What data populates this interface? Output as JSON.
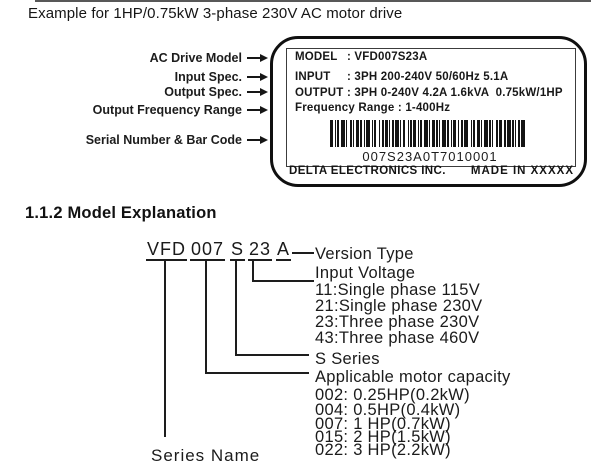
{
  "page": {
    "intro": "Example for 1HP/0.75kW 3-phase 230V AC motor drive",
    "section_heading": "1.1.2 Model Explanation"
  },
  "colors": {
    "ink": "#1a1a1a",
    "paper": "#ffffff"
  },
  "icons": {
    "callout_arrow": "arrow-right-icon"
  },
  "nameplate": {
    "callouts": [
      {
        "label": "AC Drive Model"
      },
      {
        "label": "Input Spec."
      },
      {
        "label": "Output Spec."
      },
      {
        "label": "Output Frequency Range"
      },
      {
        "label": "Serial Number & Bar Code"
      }
    ],
    "rows": [
      {
        "label": "MODEL",
        "value": ": VFD007S23A"
      },
      {
        "label": "INPUT",
        "value": ": 3PH 200-240V 50/60Hz 5.1A"
      },
      {
        "label": "OUTPUT",
        "value": ": 3PH 0-240V 4.2A 1.6kVA  0.75kW/1HP"
      }
    ],
    "frequency_row": "Frequency Range : 1-400Hz",
    "serial_number": "007S23A0T7010001",
    "manufacturer": "DELTA ELECTRONICS INC.",
    "made_in": "MADE IN XXXXX",
    "barcode_pattern": [
      3,
      2,
      1,
      1,
      2,
      2,
      4,
      1,
      1,
      3,
      2,
      1,
      1,
      2,
      3,
      1,
      2,
      2,
      1,
      1,
      4,
      2,
      1,
      1,
      2,
      3,
      1,
      2,
      2,
      1,
      3,
      1,
      1,
      2,
      2,
      1,
      4,
      1,
      1,
      2,
      2,
      3,
      1,
      1,
      2,
      1,
      3,
      2,
      1,
      1,
      2,
      2,
      4,
      1,
      1,
      2,
      3,
      1,
      2,
      1,
      1,
      2,
      4,
      1,
      2,
      2,
      1,
      1,
      3,
      2,
      1,
      2,
      2,
      1,
      4,
      3,
      1,
      1,
      2,
      2,
      3,
      1,
      1,
      2,
      4,
      1,
      2,
      1,
      1,
      3,
      2,
      1,
      3,
      2,
      2,
      1,
      4,
      1,
      2,
      1,
      1,
      2,
      2,
      1,
      4
    ]
  },
  "model_diagram": {
    "segments": [
      "VFD",
      "007",
      "S",
      "23",
      "A"
    ],
    "labels": {
      "version_type": "Version Type",
      "input_voltage_title": "Input Voltage",
      "input_voltage_options": [
        "11:Single phase 115V",
        "21:Single phase 230V",
        "23:Three phase 230V",
        "43:Three phase 460V"
      ],
      "s_series": "S Series",
      "motor_capacity_title": "Applicable motor capacity",
      "motor_capacity_options": [
        "002: 0.25HP(0.2kW)",
        "004: 0.5HP(0.4kW)",
        "007: 1 HP(0.7kW)",
        "015: 2 HP(1.5kW)",
        "022: 3 HP(2.2kW)"
      ],
      "series_name": "Series Name"
    }
  }
}
